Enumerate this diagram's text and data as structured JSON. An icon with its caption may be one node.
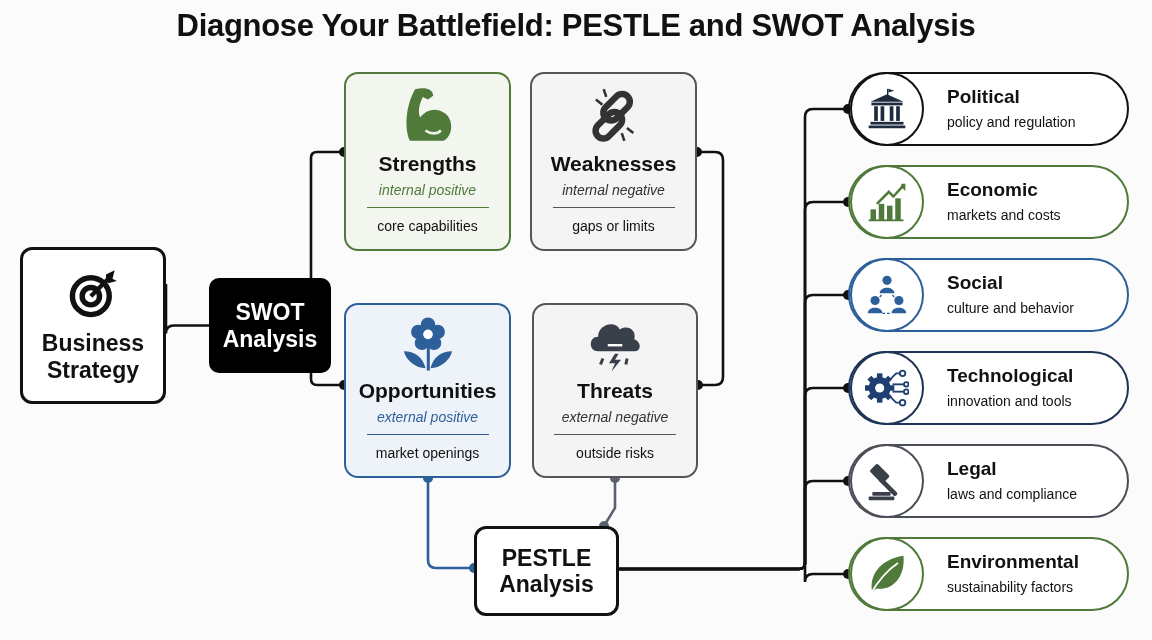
{
  "diagram": {
    "title": "Diagnose Your Battlefield: PESTLE and SWOT Analysis",
    "nodes": [
      {
        "text": [
          "Business Strategy"
        ]
      },
      {
        "text": [
          "SWOT Analysis"
        ]
      },
      {
        "text": [
          "Strengths",
          "internal positive",
          "core capabilities"
        ]
      },
      {
        "text": [
          "Weaknesses",
          "internal negative",
          "gaps or limits"
        ]
      },
      {
        "text": [
          "Opportunities",
          "external positive",
          "market openings"
        ]
      },
      {
        "text": [
          "Threats",
          "external negative",
          "outside risks"
        ]
      },
      {
        "text": [
          "PESTLE Analysis"
        ]
      },
      {
        "text": [
          "Political",
          "policy and regulation"
        ]
      },
      {
        "text": [
          "Economic",
          "markets and costs"
        ]
      },
      {
        "text": [
          "Social",
          "culture and behavior"
        ]
      },
      {
        "text": [
          "Technological",
          "innovation and tools"
        ]
      },
      {
        "text": [
          "Legal",
          "laws and compliance"
        ]
      },
      {
        "text": [
          "Environmental",
          "sustainability factors"
        ]
      }
    ],
    "edges": [
      {
        "from": 0,
        "to": 1,
        "arrow": "none"
      },
      {
        "from": 1,
        "to": 2,
        "arrow": "other"
      },
      {
        "from": 1,
        "to": 4,
        "arrow": "other"
      },
      {
        "from": 3,
        "to": 5,
        "arrow": "other"
      },
      {
        "from": 4,
        "to": 6,
        "arrow": "other",
        "color": "#2d5f9a"
      },
      {
        "from": 5,
        "to": 6,
        "arrow": "other",
        "color": "#5a626d"
      },
      {
        "from": 6,
        "to": 7,
        "arrow": "other"
      },
      {
        "from": 6,
        "to": 8,
        "arrow": "other"
      },
      {
        "from": 6,
        "to": 9,
        "arrow": "other"
      },
      {
        "from": 6,
        "to": 10,
        "arrow": "other"
      },
      {
        "from": 6,
        "to": 11,
        "arrow": "other"
      },
      {
        "from": 6,
        "to": 12,
        "arrow": "other"
      }
    ]
  }
}
